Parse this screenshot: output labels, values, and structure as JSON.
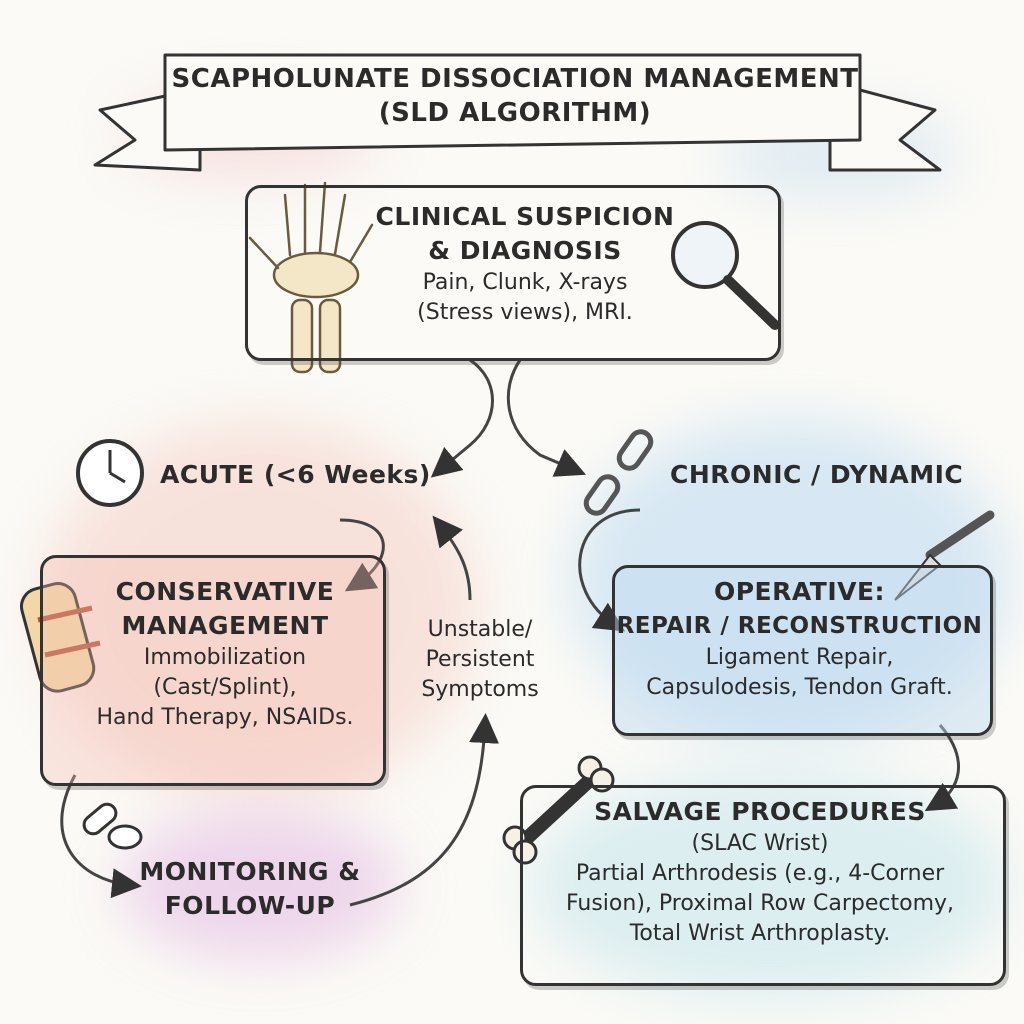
{
  "title": {
    "line1": "SCAPHOLUNATE DISSOCIATION MANAGEMENT",
    "line2": "(SLD ALGORITHM)"
  },
  "diagnosis": {
    "heading_line1": "CLINICAL SUSPICION",
    "heading_line2": "& DIAGNOSIS",
    "detail_line1": "Pain, Clunk, X-rays",
    "detail_line2": "(Stress views), MRI."
  },
  "acute": {
    "label": "ACUTE (<6 Weeks)"
  },
  "chronic": {
    "label": "CHRONIC / DYNAMIC"
  },
  "conservative": {
    "heading_line1": "CONSERVATIVE",
    "heading_line2": "MANAGEMENT",
    "detail_line1": "Immobilization",
    "detail_line2": "(Cast/Splint),",
    "detail_line3": "Hand Therapy, NSAIDs."
  },
  "escalation": {
    "line1": "Unstable/",
    "line2": "Persistent",
    "line3": "Symptoms"
  },
  "monitoring": {
    "line1": "MONITORING &",
    "line2": "FOLLOW-UP"
  },
  "operative": {
    "heading_line1": "OPERATIVE:",
    "heading_line2": "REPAIR / RECONSTRUCTION",
    "detail_line1": "Ligament Repair,",
    "detail_line2": "Capsulodesis, Tendon Graft."
  },
  "salvage": {
    "heading_line1": "SALVAGE PROCEDURES",
    "heading_line2": "(SLAC Wrist)",
    "detail_line1": "Partial Arthrodesis (e.g., 4-Corner",
    "detail_line2": "Fusion), Proximal Row Carpectomy,",
    "detail_line3": "Total Wrist Arthroplasty."
  },
  "icons": {
    "wrist": "wrist-xray-icon",
    "magnifier": "magnifying-glass-icon",
    "clock": "clock-icon",
    "chain": "broken-chain-icon",
    "splint": "splint-icon",
    "pills": "pills-icon",
    "scalpel": "scalpel-icon",
    "bone": "bone-icon"
  },
  "colors": {
    "acute": "#f3c6bd",
    "chronic": "#c7dff0",
    "monitoring": "#e6c8e4",
    "salvage": "#cde8ec",
    "ink": "#2b2b2b"
  }
}
